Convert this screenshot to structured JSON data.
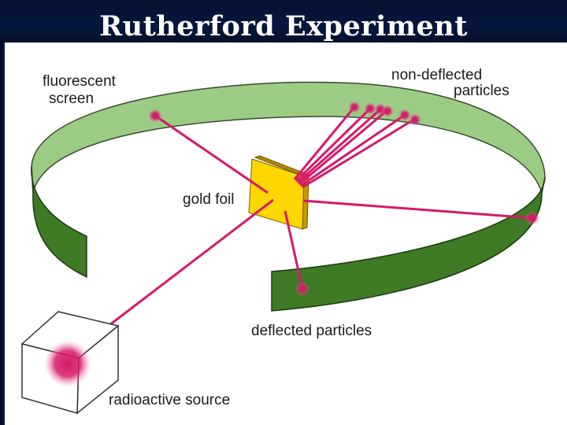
{
  "title": "Rutherford Experiment",
  "labels": {
    "screen_line1": "fluorescent",
    "screen_line2": "screen",
    "nondeflected_line1": "non-deflected",
    "nondeflected_line2": "particles",
    "gold_foil": "gold foil",
    "deflected": "deflected particles",
    "source": "radioactive source"
  },
  "colors": {
    "title_background": "#06173f",
    "ring_top": "#9ccc84",
    "ring_band": "#3f7a24",
    "beam": "#d6196a",
    "foil": "#ffd700"
  }
}
